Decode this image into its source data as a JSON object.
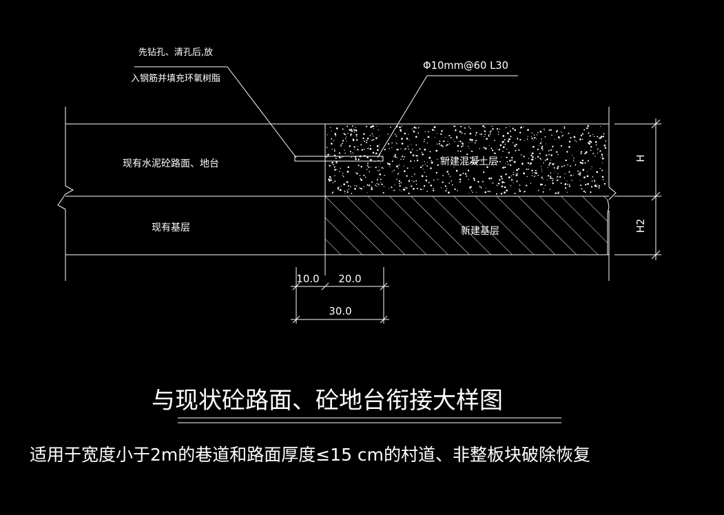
{
  "labels": {
    "note_line1": "先钻孔、清孔后,放",
    "note_line2": "入钢筋并填充环氧树脂",
    "rebar_spec": "Φ10mm@60 L30",
    "existing_pavement": "现有水泥砼路面、地台",
    "new_concrete": "新建混凝土层",
    "existing_base": "现有基层",
    "new_base": "新建基层",
    "dim_h1": "H",
    "dim_h2": "H2"
  },
  "dimensions": {
    "d1": "10.0",
    "d2": "20.0",
    "total": "30.0"
  },
  "title": "与现状砼路面、砼地台衔接大样图",
  "subtitle": "适用于宽度小于2m的巷道和路面厚度≤15 cm的村道、非整板块破除恢复",
  "colors": {
    "background": "#000000",
    "lines": "#ffffff"
  }
}
